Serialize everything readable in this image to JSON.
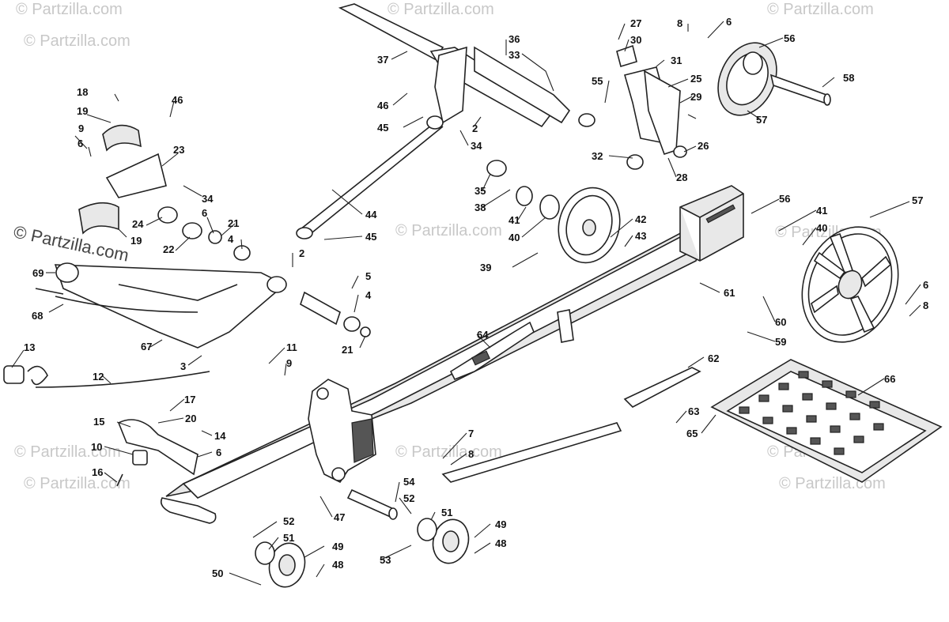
{
  "watermark": {
    "text": "© Partzilla.com"
  },
  "callouts": [
    {
      "id": "c1",
      "label": "18"
    },
    {
      "id": "c2",
      "label": "19"
    },
    {
      "id": "c3",
      "label": "9"
    },
    {
      "id": "c4",
      "label": "6"
    },
    {
      "id": "c5",
      "label": "46"
    },
    {
      "id": "c6",
      "label": "23"
    },
    {
      "id": "c7",
      "label": "34"
    },
    {
      "id": "c8",
      "label": "24"
    },
    {
      "id": "c9",
      "label": "19"
    },
    {
      "id": "c10",
      "label": "6"
    },
    {
      "id": "c11",
      "label": "22"
    },
    {
      "id": "c12",
      "label": "21"
    },
    {
      "id": "c13",
      "label": "4"
    },
    {
      "id": "c14",
      "label": "69"
    },
    {
      "id": "c15",
      "label": "68"
    },
    {
      "id": "c16",
      "label": "2"
    },
    {
      "id": "c17",
      "label": "5"
    },
    {
      "id": "c18",
      "label": "4"
    },
    {
      "id": "c19",
      "label": "21"
    },
    {
      "id": "c20",
      "label": "67"
    },
    {
      "id": "c21",
      "label": "3"
    },
    {
      "id": "c22",
      "label": "11"
    },
    {
      "id": "c23",
      "label": "9"
    },
    {
      "id": "c24",
      "label": "13"
    },
    {
      "id": "c25",
      "label": "12"
    },
    {
      "id": "c26",
      "label": "17"
    },
    {
      "id": "c27",
      "label": "20"
    },
    {
      "id": "c28",
      "label": "15"
    },
    {
      "id": "c29",
      "label": "14"
    },
    {
      "id": "c30",
      "label": "10"
    },
    {
      "id": "c31",
      "label": "6"
    },
    {
      "id": "c32",
      "label": "16"
    },
    {
      "id": "c33",
      "label": "37"
    },
    {
      "id": "c34",
      "label": "36"
    },
    {
      "id": "c35",
      "label": "33"
    },
    {
      "id": "c36",
      "label": "46"
    },
    {
      "id": "c37",
      "label": "2"
    },
    {
      "id": "c38",
      "label": "45"
    },
    {
      "id": "c39",
      "label": "34"
    },
    {
      "id": "c40",
      "label": "44"
    },
    {
      "id": "c41",
      "label": "45"
    },
    {
      "id": "c42",
      "label": "27"
    },
    {
      "id": "c43",
      "label": "30"
    },
    {
      "id": "c44",
      "label": "31"
    },
    {
      "id": "c45",
      "label": "55"
    },
    {
      "id": "c46",
      "label": "25"
    },
    {
      "id": "c47",
      "label": "29"
    },
    {
      "id": "c48",
      "label": "32"
    },
    {
      "id": "c49",
      "label": "26"
    },
    {
      "id": "c50",
      "label": "28"
    },
    {
      "id": "c51",
      "label": "6"
    },
    {
      "id": "c52",
      "label": "8"
    },
    {
      "id": "c53",
      "label": "56"
    },
    {
      "id": "c54",
      "label": "58"
    },
    {
      "id": "c55",
      "label": "57"
    },
    {
      "id": "c56",
      "label": "35"
    },
    {
      "id": "c57",
      "label": "38"
    },
    {
      "id": "c58",
      "label": "41"
    },
    {
      "id": "c59",
      "label": "40"
    },
    {
      "id": "c60",
      "label": "42"
    },
    {
      "id": "c61",
      "label": "43"
    },
    {
      "id": "c62",
      "label": "39"
    },
    {
      "id": "c63",
      "label": "56"
    },
    {
      "id": "c64",
      "label": "41"
    },
    {
      "id": "c65",
      "label": "40"
    },
    {
      "id": "c66",
      "label": "57"
    },
    {
      "id": "c67",
      "label": "6"
    },
    {
      "id": "c68",
      "label": "8"
    },
    {
      "id": "c69",
      "label": "61"
    },
    {
      "id": "c70",
      "label": "60"
    },
    {
      "id": "c71",
      "label": "59"
    },
    {
      "id": "c72",
      "label": "64"
    },
    {
      "id": "c73",
      "label": "62"
    },
    {
      "id": "c74",
      "label": "66"
    },
    {
      "id": "c75",
      "label": "63"
    },
    {
      "id": "c76",
      "label": "65"
    },
    {
      "id": "c77",
      "label": "7"
    },
    {
      "id": "c78",
      "label": "8"
    },
    {
      "id": "c79",
      "label": "54"
    },
    {
      "id": "c80",
      "label": "52"
    },
    {
      "id": "c81",
      "label": "51"
    },
    {
      "id": "c82",
      "label": "49"
    },
    {
      "id": "c83",
      "label": "48"
    },
    {
      "id": "c84",
      "label": "53"
    },
    {
      "id": "c85",
      "label": "47"
    },
    {
      "id": "c86",
      "label": "52"
    },
    {
      "id": "c87",
      "label": "51"
    },
    {
      "id": "c88",
      "label": "49"
    },
    {
      "id": "c89",
      "label": "48"
    },
    {
      "id": "c90",
      "label": "50"
    }
  ]
}
